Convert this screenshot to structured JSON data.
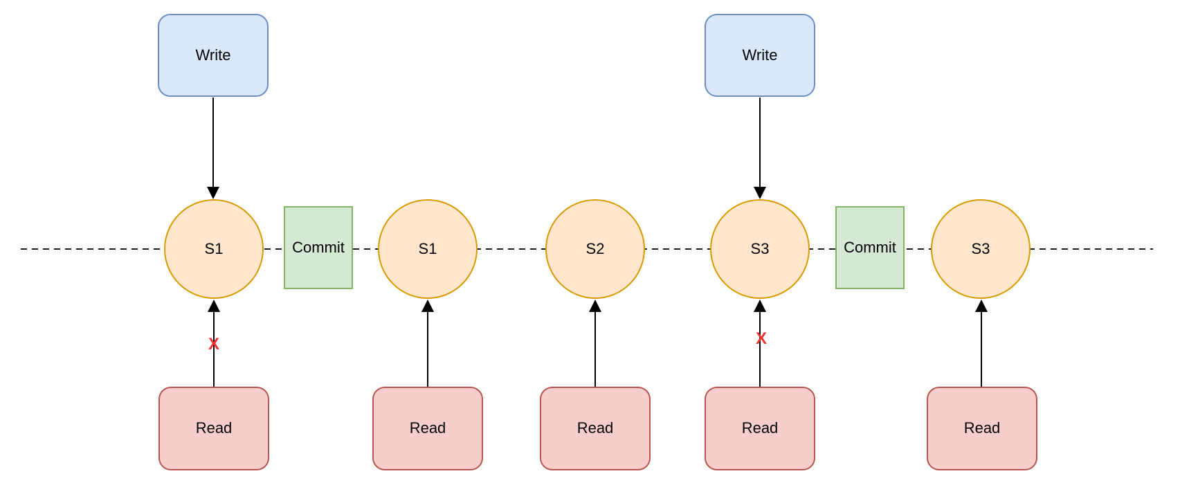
{
  "diagram": {
    "description": "Timeline diagram of snapshot reads/writes with commits; dashed horizontal timeline with snapshot state circles, write sources above, read sinks below, and blocked reads marked with a red X",
    "writes": [
      {
        "label": "Write",
        "target_snapshot": "S1"
      },
      {
        "label": "Write",
        "target_snapshot": "S3"
      }
    ],
    "snapshots": [
      {
        "label": "S1"
      },
      {
        "label": "S1"
      },
      {
        "label": "S2"
      },
      {
        "label": "S3"
      },
      {
        "label": "S3"
      }
    ],
    "commits": [
      {
        "label": "Commit"
      },
      {
        "label": "Commit"
      }
    ],
    "reads": [
      {
        "label": "Read",
        "blocked": true
      },
      {
        "label": "Read",
        "blocked": false
      },
      {
        "label": "Read",
        "blocked": false
      },
      {
        "label": "Read",
        "blocked": true
      },
      {
        "label": "Read",
        "blocked": false
      }
    ],
    "x_mark": "X",
    "colors": {
      "write_fill": "#DAE8FC",
      "write_border": "#6C8EBF",
      "snapshot_fill": "#FFE6CC",
      "snapshot_border": "#D79B00",
      "commit_fill": "#D5E8D4",
      "commit_border": "#82B366",
      "read_fill": "#F8CECC",
      "read_border": "#B85450",
      "line": "#000000",
      "x_mark": "#ED3232",
      "background": "#FFFFFF"
    }
  }
}
